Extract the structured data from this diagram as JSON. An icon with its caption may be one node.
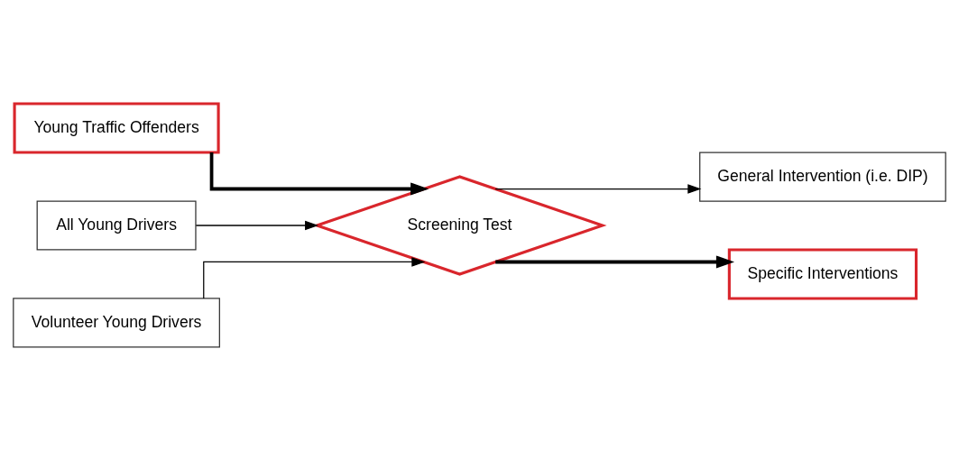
{
  "diagram": {
    "nodes": [
      {
        "text": [
          "Young Traffic Offenders"
        ]
      },
      {
        "text": [
          "All Young Drivers"
        ]
      },
      {
        "text": [
          "Volunteer Young Drivers"
        ]
      },
      {
        "text": [
          "Screening Test"
        ]
      },
      {
        "text": [
          "General Intervention (i.e. DIP)"
        ]
      },
      {
        "text": [
          "Specific Interventions"
        ]
      }
    ],
    "edges": [
      {
        "from": 0,
        "to": 3,
        "arrow": "to",
        "style": "thick"
      },
      {
        "from": 1,
        "to": 3,
        "arrow": "to"
      },
      {
        "from": 2,
        "to": 3,
        "arrow": "to"
      },
      {
        "from": 3,
        "to": 4,
        "arrow": "to"
      },
      {
        "from": 3,
        "to": 5,
        "arrow": "to",
        "style": "thick"
      }
    ]
  }
}
